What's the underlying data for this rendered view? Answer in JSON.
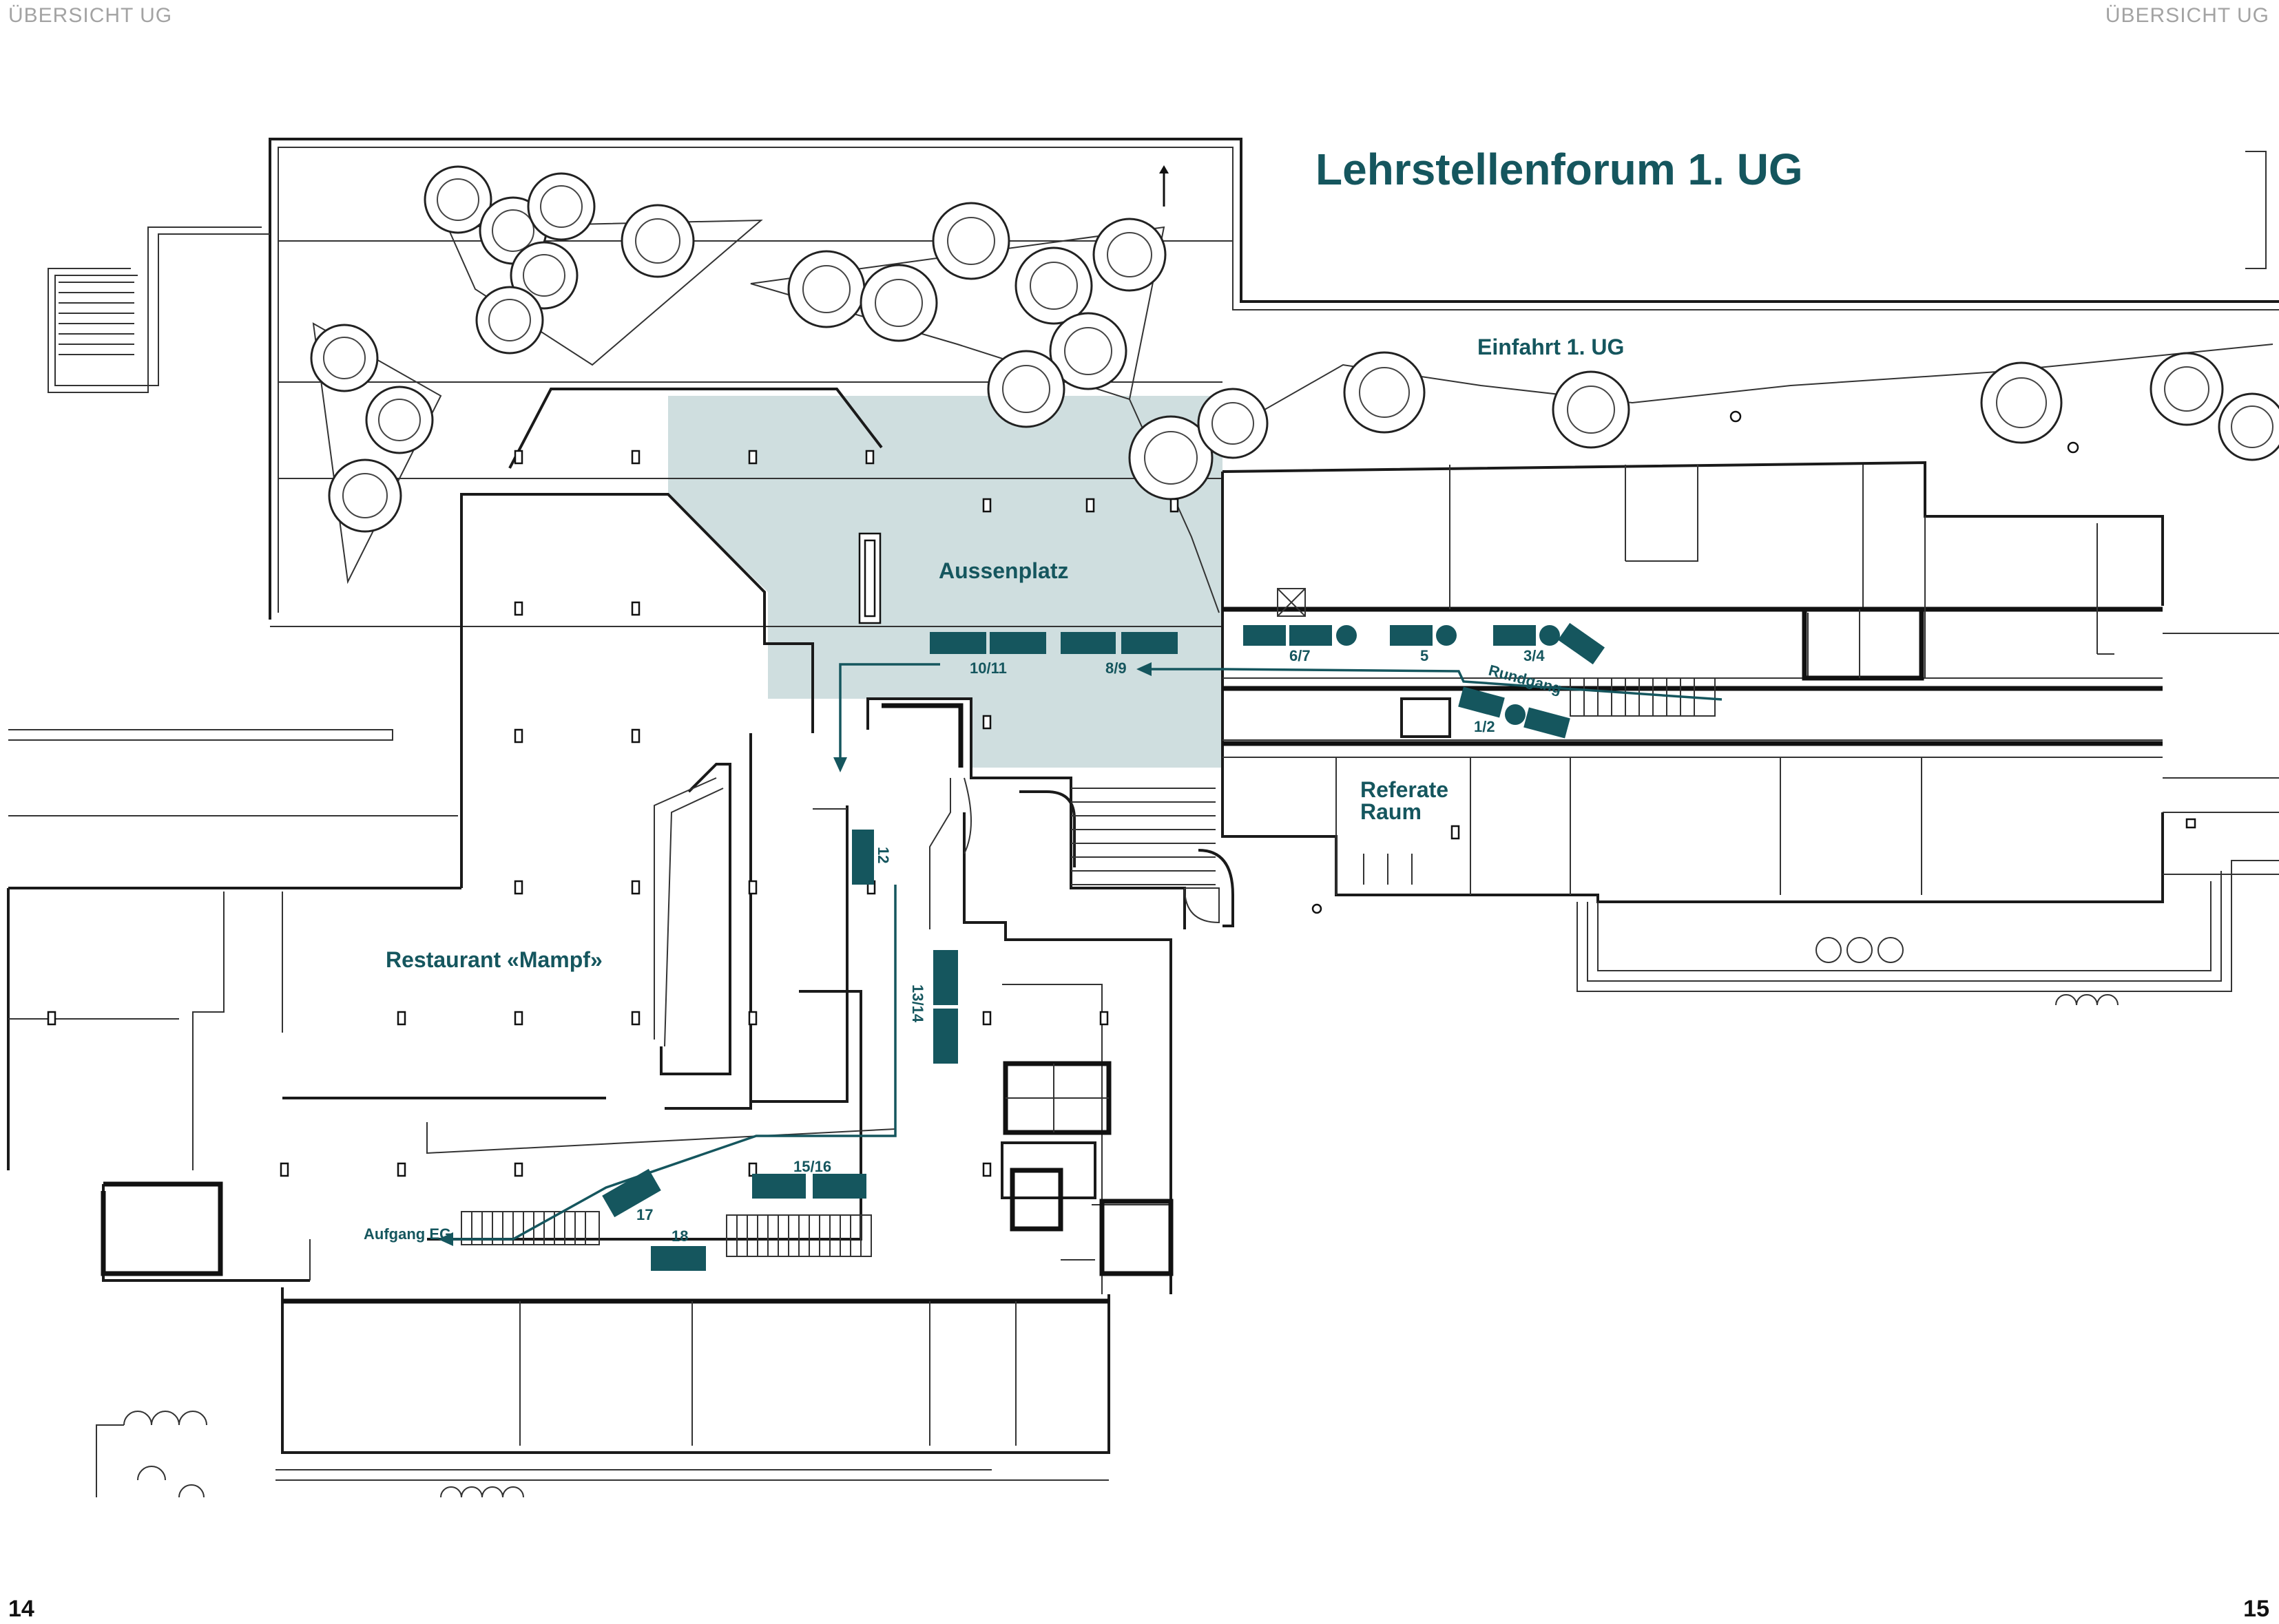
{
  "header": {
    "left": "ÜBERSICHT UG",
    "right": "ÜBERSICHT UG"
  },
  "page_numbers": {
    "left": "14",
    "right": "15"
  },
  "map": {
    "title": "Lehrstellenforum 1. UG",
    "areas": {
      "einfahrt": "Einfahrt 1. UG",
      "aussenplatz": "Aussenplatz",
      "referate_line1": "Referate",
      "referate_line2": "Raum",
      "restaurant": "Restaurant «Mampf»",
      "aufgang": "Aufgang EG",
      "rundgang": "Rundgang"
    },
    "stands": [
      {
        "id": "s1",
        "label": "1/2"
      },
      {
        "id": "s2",
        "label": "3/4"
      },
      {
        "id": "s3",
        "label": "5"
      },
      {
        "id": "s4",
        "label": "6/7"
      },
      {
        "id": "s5",
        "label": "8/9"
      },
      {
        "id": "s6",
        "label": "10/11"
      },
      {
        "id": "s7",
        "label": "12"
      },
      {
        "id": "s8",
        "label": "13/14"
      },
      {
        "id": "s9",
        "label": "15/16"
      },
      {
        "id": "s10",
        "label": "17"
      },
      {
        "id": "s11",
        "label": "18"
      }
    ],
    "colors": {
      "accent": "#15565e",
      "highlight": "#cfdedf",
      "header_text": "#a3a3a3"
    },
    "icons": [
      "north-arrow-icon",
      "tree-icon",
      "stairs-icon",
      "route-arrow-icon"
    ]
  }
}
